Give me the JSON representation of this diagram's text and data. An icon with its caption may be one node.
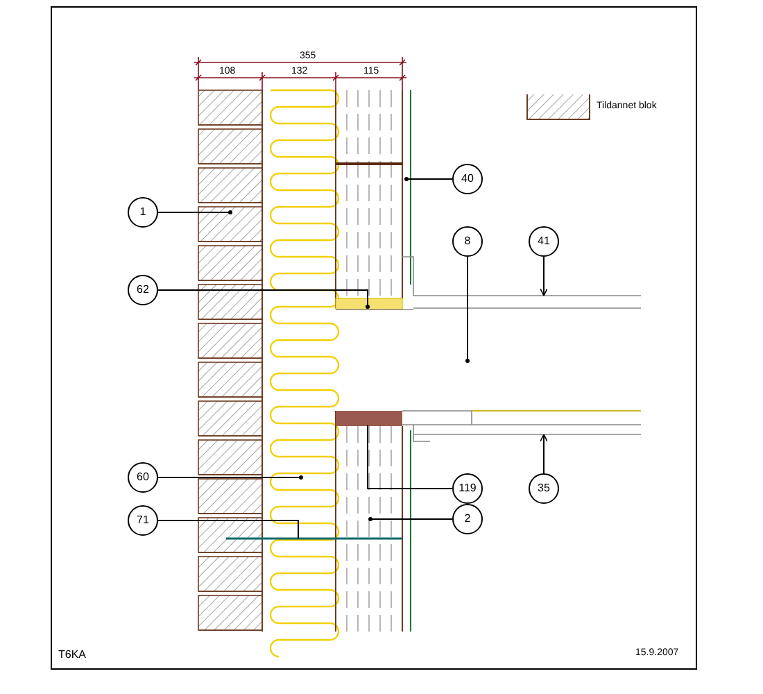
{
  "diagram": {
    "nodes": [
      {
        "text": [
          "40"
        ]
      },
      {
        "text": [
          "1"
        ]
      },
      {
        "text": [
          "8"
        ]
      },
      {
        "text": [
          "41"
        ]
      },
      {
        "text": [
          "62"
        ]
      },
      {
        "text": [
          "60"
        ]
      },
      {
        "text": [
          "119"
        ]
      },
      {
        "text": [
          "35"
        ]
      },
      {
        "text": [
          "2"
        ]
      },
      {
        "text": [
          "71"
        ]
      }
    ],
    "edges": [
      {
        "from": 0,
        "to": null,
        "arrow": "other"
      },
      {
        "from": 1,
        "to": null,
        "arrow": "other"
      },
      {
        "from": 2,
        "to": null,
        "arrow": "other"
      },
      {
        "from": 3,
        "to": null,
        "arrow": "to"
      },
      {
        "from": 4,
        "to": null,
        "arrow": "other"
      },
      {
        "from": 5,
        "to": null,
        "arrow": "other"
      },
      {
        "from": 6,
        "to": null,
        "arrow": "none"
      },
      {
        "from": 7,
        "to": null,
        "arrow": "to"
      },
      {
        "from": 8,
        "to": null,
        "arrow": "other"
      },
      {
        "from": 9,
        "to": null,
        "arrow": "none"
      }
    ],
    "labels": [
      "355",
      "108",
      "132",
      "115",
      "T6KA",
      "15.9.2007"
    ],
    "legend": [
      {
        "text": "Tildannet blok"
      }
    ]
  }
}
